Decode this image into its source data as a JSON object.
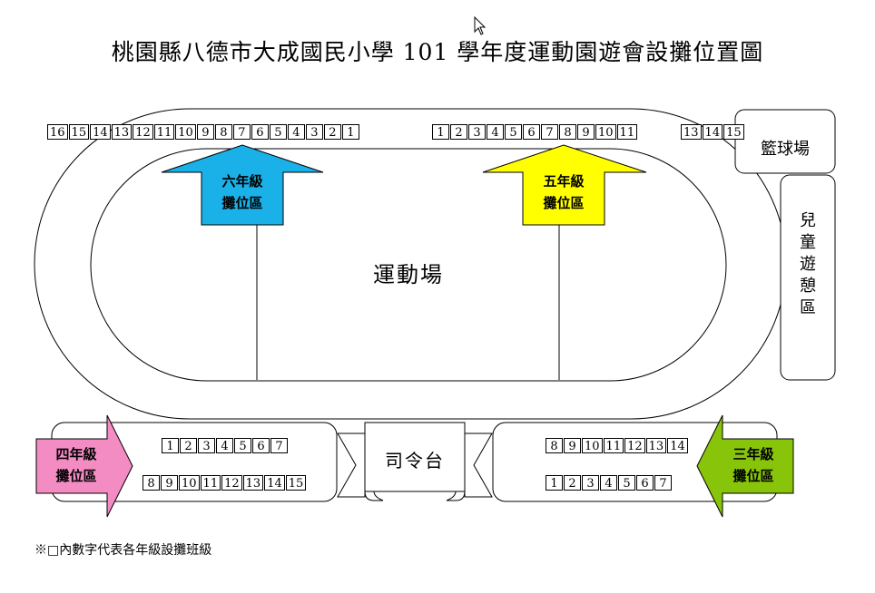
{
  "title": "桃園縣八德市大成國民小學 101 學年度運動園遊會設攤位置圖",
  "field_label": "運動場",
  "basketball_label": "籃球場",
  "children_area_label": "兒童遊憩區",
  "stage_label": "司令台",
  "note": "※□內數字代表各年級設攤班級",
  "grades": {
    "g6": {
      "line1": "六年級",
      "line2": "攤位區",
      "color": "#1ab0e8"
    },
    "g5": {
      "line1": "五年級",
      "line2": "攤位區",
      "color": "#ffff00"
    },
    "g4": {
      "line1": "四年級",
      "line2": "攤位區",
      "color": "#f48cc4"
    },
    "g3": {
      "line1": "三年級",
      "line2": "攤位區",
      "color": "#88c40a"
    }
  },
  "rows": {
    "top_left": [
      "16",
      "15",
      "14",
      "13",
      "12",
      "11",
      "10",
      "9",
      "8",
      "7",
      "6",
      "5",
      "4",
      "3",
      "2",
      "1"
    ],
    "top_mid": [
      "1",
      "2",
      "3",
      "4",
      "5",
      "6",
      "7",
      "8",
      "9",
      "10",
      "11"
    ],
    "top_right": [
      "13",
      "14",
      "15"
    ],
    "g4_row1": [
      "1",
      "2",
      "3",
      "4",
      "5",
      "6",
      "7"
    ],
    "g4_row2": [
      "8",
      "9",
      "10",
      "11",
      "12",
      "13",
      "14",
      "15"
    ],
    "g3_row1": [
      "8",
      "9",
      "10",
      "11",
      "12",
      "13",
      "14"
    ],
    "g3_row2": [
      "1",
      "2",
      "3",
      "4",
      "5",
      "6",
      "7"
    ]
  }
}
